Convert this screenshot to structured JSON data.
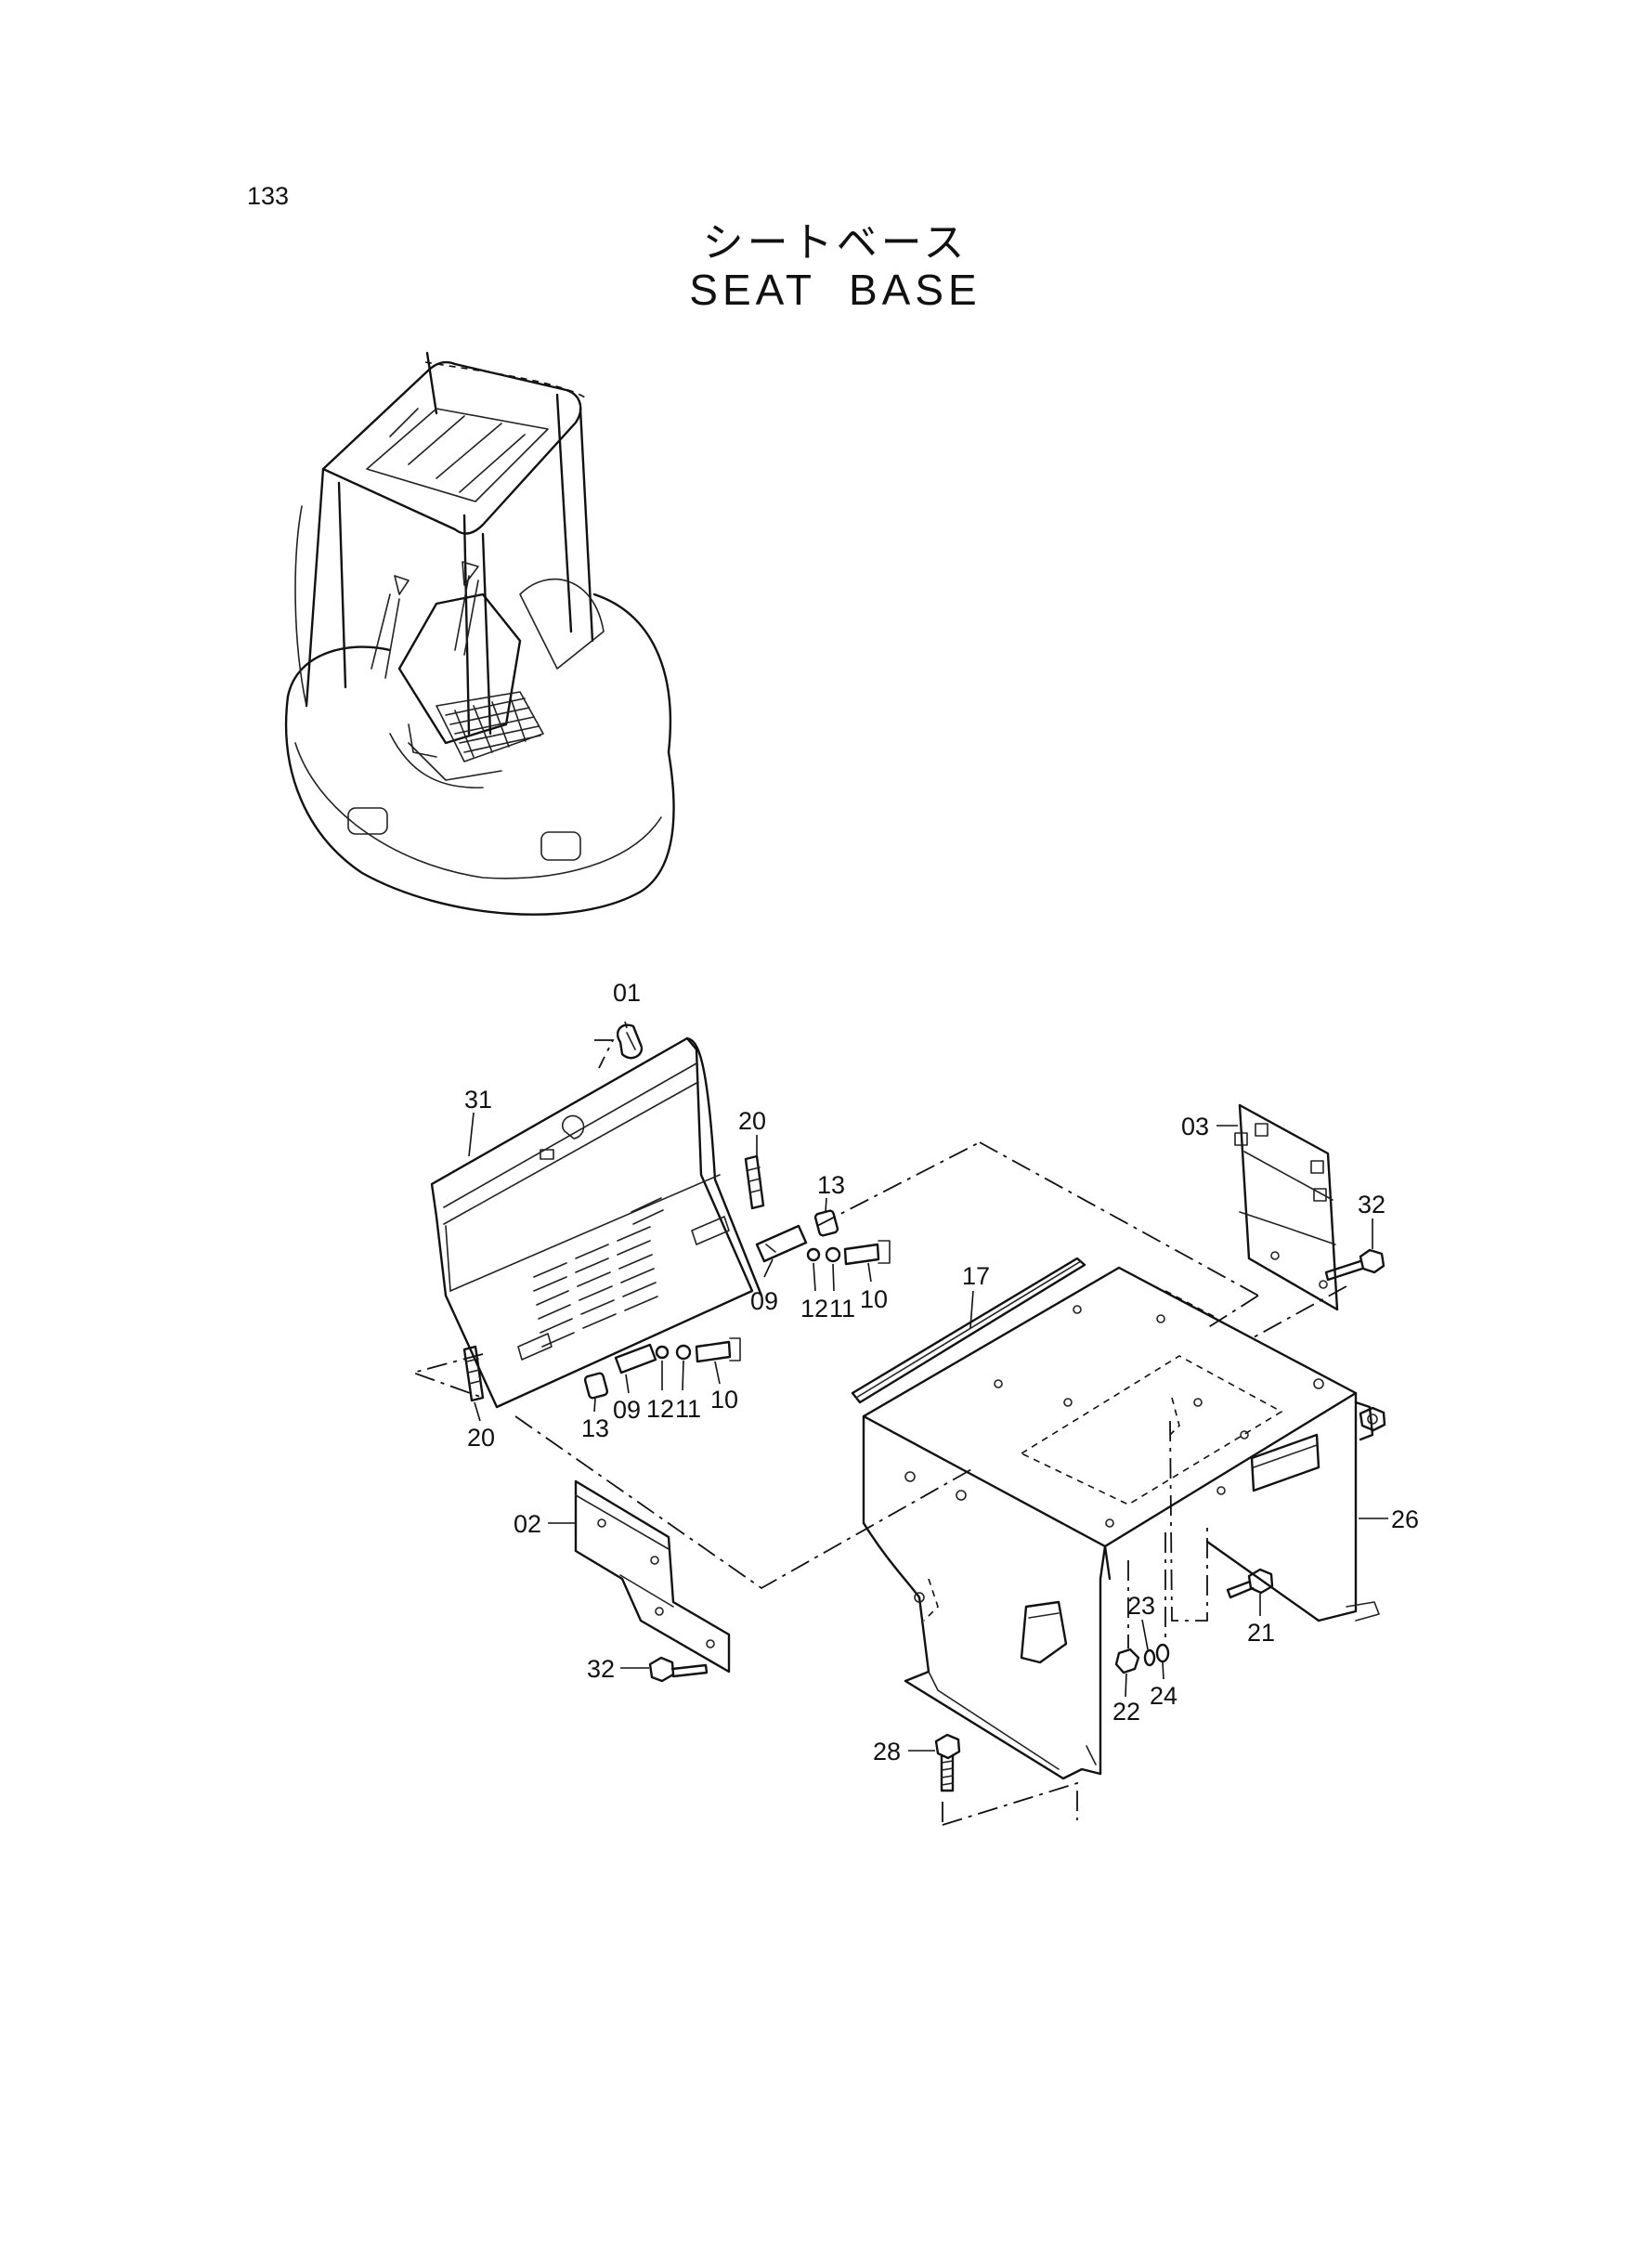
{
  "page_number": "133",
  "title_jp": "シートベース",
  "title_en": "SEAT BASE",
  "callouts": {
    "c01": "01",
    "c31": "31",
    "c20a": "20",
    "c13a": "13",
    "c09a": "09",
    "c12a": "12",
    "c11a": "11",
    "c10a": "10",
    "c20b": "20",
    "c13b": "13",
    "c09b": "09",
    "c12b": "12",
    "c11b": "11",
    "c10b": "10",
    "c17": "17",
    "c03": "03",
    "c32a": "32",
    "c02": "02",
    "c32b": "32",
    "c26": "26",
    "c21": "21",
    "c23": "23",
    "c24": "24",
    "c22": "22",
    "c28": "28"
  }
}
